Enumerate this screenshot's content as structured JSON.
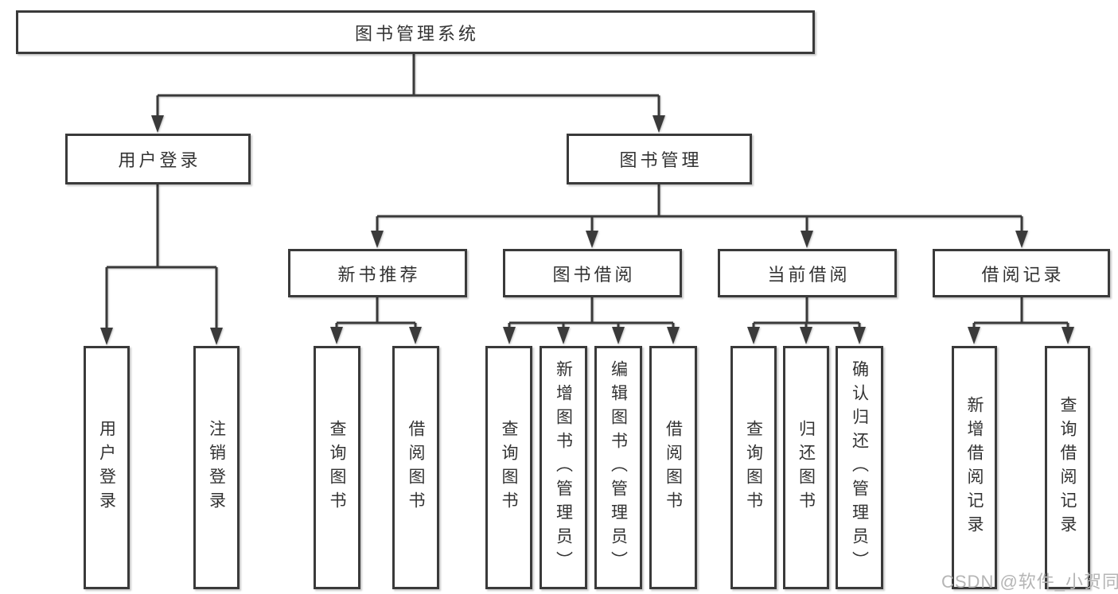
{
  "tree": {
    "root": {
      "label": "图书管理系统"
    },
    "children": [
      {
        "label": "用户登录",
        "children": [
          {
            "label": "用户登录"
          },
          {
            "label": "注销登录"
          }
        ]
      },
      {
        "label": "图书管理",
        "children": [
          {
            "label": "新书推荐",
            "children": [
              {
                "label": "查询图书"
              },
              {
                "label": "借阅图书"
              }
            ]
          },
          {
            "label": "图书借阅",
            "children": [
              {
                "label": "查询图书"
              },
              {
                "label": "新增图书（管理员）"
              },
              {
                "label": "编辑图书（管理员）"
              },
              {
                "label": "借阅图书"
              }
            ]
          },
          {
            "label": "当前借阅",
            "children": [
              {
                "label": "查询图书"
              },
              {
                "label": "归还图书"
              },
              {
                "label": "确认归还（管理员）"
              }
            ]
          },
          {
            "label": "借阅记录",
            "children": [
              {
                "label": "新增借阅记录"
              },
              {
                "label": "查询借阅记录"
              }
            ]
          }
        ]
      }
    ]
  },
  "watermark": "CSDN @软件_小贺同学",
  "colors": {
    "line": "#3a3a3a",
    "text": "#333333",
    "watermark": "#b5b5b5",
    "background": "#ffffff"
  }
}
